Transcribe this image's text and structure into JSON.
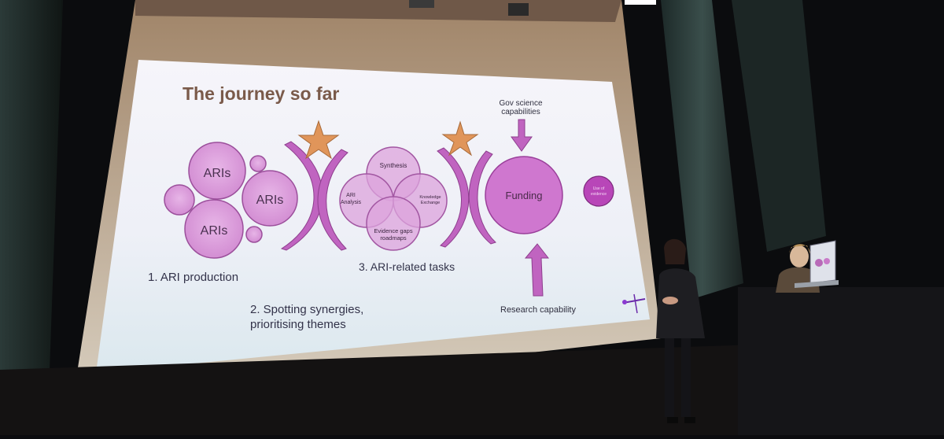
{
  "slide": {
    "title": "The journey so far",
    "ari_circles": [
      "ARIs",
      "ARIs",
      "ARIs"
    ],
    "venn": {
      "top": "Synthesis",
      "left_line1": "ARI",
      "left_line2": "Analysis",
      "right_line1": "Knowledge",
      "right_line2": "Exchange",
      "bottom_line1": "Evidence gaps",
      "bottom_line2": "roadmaps"
    },
    "funding": "Funding",
    "small_circle_line1": "Use of",
    "small_circle_line2": "evidence",
    "gov_line1": "Gov science",
    "gov_line2": "capabilities",
    "research_capability": "Research capability",
    "label_1": "1. ARI production",
    "label_2_line1": "2. Spotting synergies,",
    "label_2_line2": "prioritising themes",
    "label_3": "3. ARI-related tasks"
  },
  "colors": {
    "accent_purple": "#c064c0",
    "title_brown": "#7a5a4a",
    "star_orange": "#e0955a",
    "slide_bg": "#eef0f6"
  }
}
